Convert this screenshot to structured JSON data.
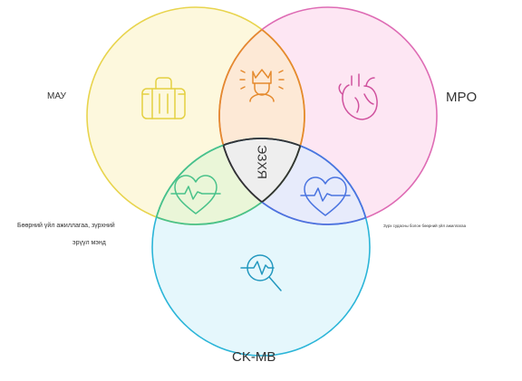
{
  "diagram": {
    "type": "venn",
    "sets": [
      {
        "id": "mau",
        "label": "МАУ",
        "fill": "#fdf8dd",
        "stroke": "#e8d44d",
        "icon": "bag-icon"
      },
      {
        "id": "mpo",
        "label": "MPO",
        "fill": "#fde6f3",
        "stroke": "#de6bb4",
        "icon": "anatomical-heart-icon"
      },
      {
        "id": "ckmb",
        "label": "CK-MB",
        "fill": "#e5f7fc",
        "stroke": "#2bb5d8",
        "icon": "search-pulse-icon"
      }
    ],
    "intersections": {
      "mau_mpo": {
        "fill": "#fde9d6",
        "stroke": "#e58a2e",
        "icon": "kidneys-icon"
      },
      "mau_ckmb": {
        "fill": "#eaf6d8",
        "stroke": "#49c28a",
        "icon": "heart-pulse-icon"
      },
      "mpo_ckmb": {
        "fill": "#e7ebfb",
        "stroke": "#4a74e0",
        "icon": "heart-pulse-icon"
      },
      "all": {
        "fill": "#eeeeee",
        "stroke": "#333333",
        "label": "ЭЗХЯ"
      }
    },
    "annotations": {
      "left_line1": "Бөөрний үйл ажиллагаа, зүрхний",
      "left_line2": "эрүүл мэнд",
      "right": "Зүрх судасны болон бөөрний үйл ажиллагаа"
    }
  }
}
